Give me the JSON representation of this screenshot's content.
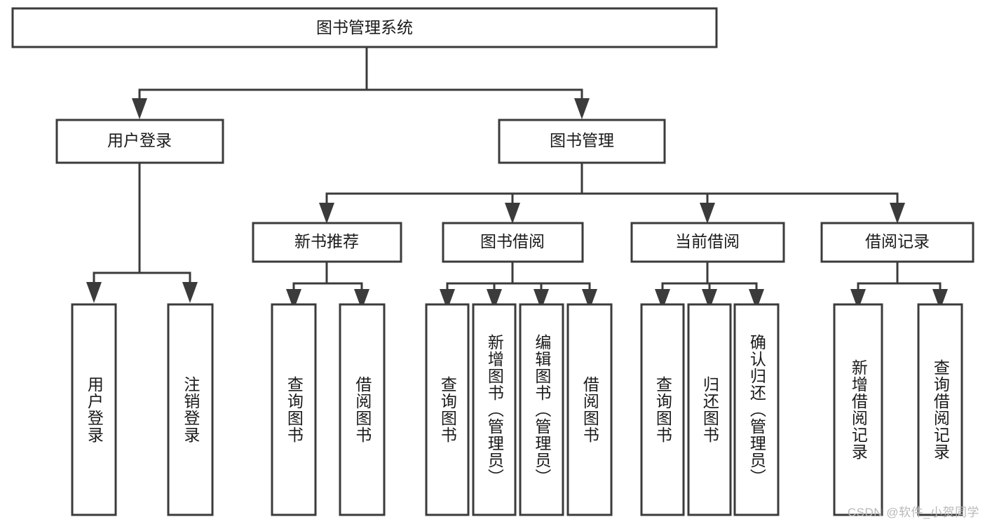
{
  "diagram": {
    "type": "tree",
    "title": "图书管理系统",
    "watermark": "CSDN @软件_小贺同学",
    "colors": {
      "box_stroke": "#3b3b3b",
      "box_fill": "#ffffff",
      "text": "#1a1a1a",
      "watermark": "#b9b9b9",
      "background": "#ffffff"
    },
    "levels": {
      "root": {
        "label": "图书管理系统"
      },
      "level2": [
        {
          "id": "user-login",
          "label": "用户登录"
        },
        {
          "id": "book-management",
          "label": "图书管理"
        }
      ],
      "level3": [
        {
          "id": "new-book-recommend",
          "label": "新书推荐",
          "parent": "book-management"
        },
        {
          "id": "book-borrow",
          "label": "图书借阅",
          "parent": "book-management"
        },
        {
          "id": "current-borrow",
          "label": "当前借阅",
          "parent": "book-management"
        },
        {
          "id": "borrow-record",
          "label": "借阅记录",
          "parent": "book-management"
        }
      ],
      "leaves": [
        {
          "id": "leaf-user-login",
          "label": "用户登录",
          "parent": "user-login"
        },
        {
          "id": "leaf-user-logout",
          "label": "注销登录",
          "parent": "user-login"
        },
        {
          "id": "leaf-query-book-1",
          "label": "查询图书",
          "parent": "new-book-recommend"
        },
        {
          "id": "leaf-borrow-book-1",
          "label": "借阅图书",
          "parent": "new-book-recommend"
        },
        {
          "id": "leaf-query-book-2",
          "label": "查询图书",
          "parent": "book-borrow"
        },
        {
          "id": "leaf-add-book",
          "label": "新增图书（管理员）",
          "parent": "book-borrow"
        },
        {
          "id": "leaf-edit-book",
          "label": "编辑图书（管理员）",
          "parent": "book-borrow"
        },
        {
          "id": "leaf-borrow-book-2",
          "label": "借阅图书",
          "parent": "book-borrow"
        },
        {
          "id": "leaf-query-book-3",
          "label": "查询图书",
          "parent": "current-borrow"
        },
        {
          "id": "leaf-return-book",
          "label": "归还图书",
          "parent": "current-borrow"
        },
        {
          "id": "leaf-confirm-return",
          "label": "确认归还（管理员）",
          "parent": "current-borrow"
        },
        {
          "id": "leaf-add-record",
          "label": "新增借阅记录",
          "parent": "borrow-record"
        },
        {
          "id": "leaf-query-record",
          "label": "查询借阅记录",
          "parent": "borrow-record"
        }
      ]
    }
  }
}
